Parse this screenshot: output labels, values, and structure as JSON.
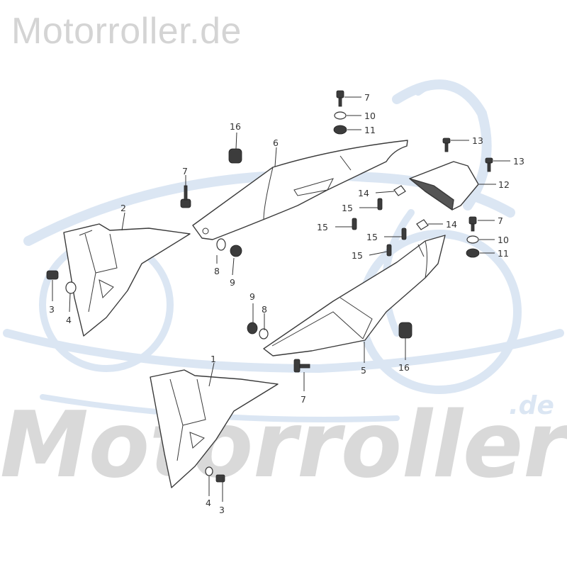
{
  "header": {
    "site_title": "Motorroller.de"
  },
  "watermark": {
    "text": "Motorroller",
    "suffix": ".de",
    "color": "#d9d9d9",
    "logo_color": "#dbe6f3"
  },
  "callouts": [
    {
      "id": "c1",
      "label": "1"
    },
    {
      "id": "c2",
      "label": "2"
    },
    {
      "id": "c3a",
      "label": "3"
    },
    {
      "id": "c3b",
      "label": "3"
    },
    {
      "id": "c4a",
      "label": "4"
    },
    {
      "id": "c4b",
      "label": "4"
    },
    {
      "id": "c5",
      "label": "5"
    },
    {
      "id": "c6",
      "label": "6"
    },
    {
      "id": "c7a",
      "label": "7"
    },
    {
      "id": "c7b",
      "label": "7"
    },
    {
      "id": "c7c",
      "label": "7"
    },
    {
      "id": "c7d",
      "label": "7"
    },
    {
      "id": "c8a",
      "label": "8"
    },
    {
      "id": "c8b",
      "label": "8"
    },
    {
      "id": "c9a",
      "label": "9"
    },
    {
      "id": "c9b",
      "label": "9"
    },
    {
      "id": "c10a",
      "label": "10"
    },
    {
      "id": "c10b",
      "label": "10"
    },
    {
      "id": "c11a",
      "label": "11"
    },
    {
      "id": "c11b",
      "label": "11"
    },
    {
      "id": "c12",
      "label": "12"
    },
    {
      "id": "c13a",
      "label": "13"
    },
    {
      "id": "c13b",
      "label": "13"
    },
    {
      "id": "c14a",
      "label": "14"
    },
    {
      "id": "c14b",
      "label": "14"
    },
    {
      "id": "c15a",
      "label": "15"
    },
    {
      "id": "c15b",
      "label": "15"
    },
    {
      "id": "c15c",
      "label": "15"
    },
    {
      "id": "c15d",
      "label": "15"
    },
    {
      "id": "c16a",
      "label": "16"
    },
    {
      "id": "c16b",
      "label": "16"
    }
  ]
}
